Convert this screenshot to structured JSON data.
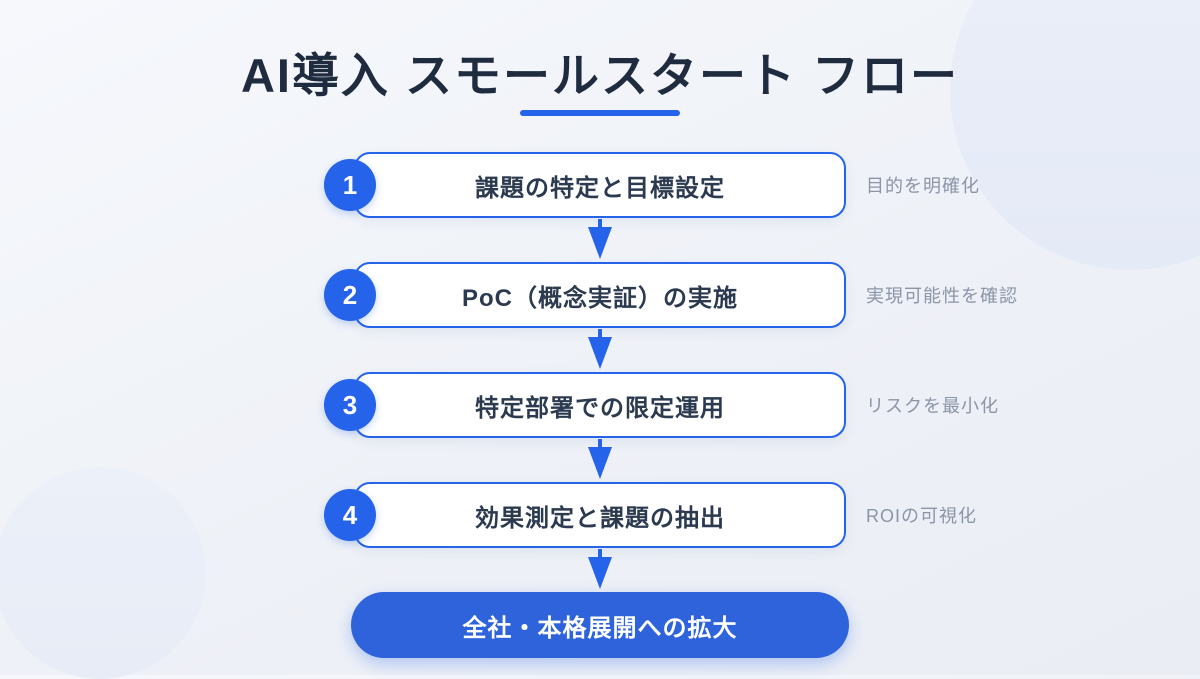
{
  "title": {
    "text": "AI導入 スモールスタート フロー"
  },
  "colors": {
    "accent": "#2563eb",
    "final_pill": "#2f63dc",
    "title_text": "#1f2b3e",
    "step_text": "#2c3a50",
    "note_text": "#8b95a7",
    "box_background": "#ffffff",
    "page_background": "#eef1f7"
  },
  "steps": [
    {
      "number": "1",
      "label": "課題の特定と目標設定",
      "note": "目的を明確化"
    },
    {
      "number": "2",
      "label": "PoC（概念実証）の実施",
      "note": "実現可能性を確認"
    },
    {
      "number": "3",
      "label": "特定部署での限定運用",
      "note": "リスクを最小化"
    },
    {
      "number": "4",
      "label": "効果測定と課題の抽出",
      "note": "ROIの可視化"
    }
  ],
  "final_step": {
    "label": "全社・本格展開への拡大"
  }
}
